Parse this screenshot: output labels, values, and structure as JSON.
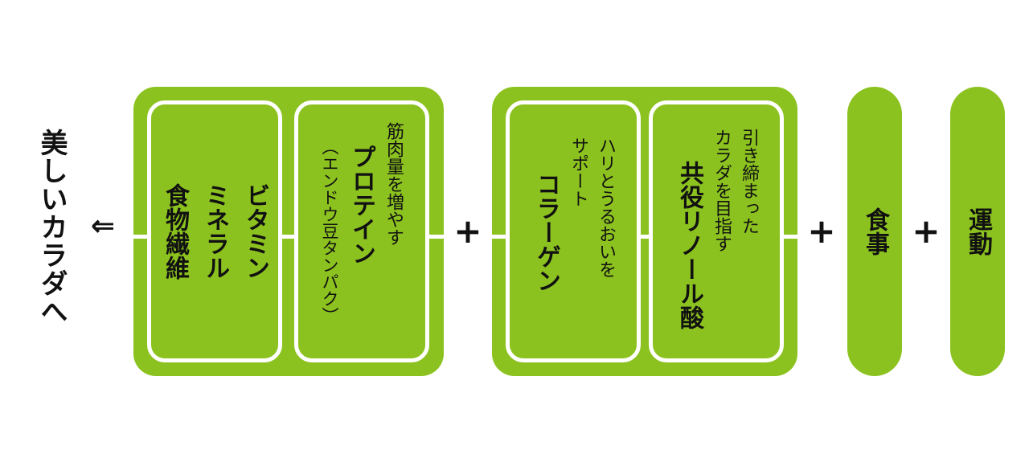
{
  "goal": "美しいカラダへ",
  "arrow": "⇐",
  "group1": {
    "panel1_lines": [
      "ビタミン",
      "ミネラル",
      "食物繊維"
    ],
    "panel2": {
      "desc": "筋肉量を増やす",
      "name": "プロテイン",
      "sub": "（エンドウ豆タンパク）"
    }
  },
  "plus1": "+",
  "group2": {
    "panel1": {
      "desc1": "ハリとうるおいを",
      "desc2": "サポート",
      "name": "コラーゲン"
    },
    "panel2": {
      "desc1": "引き締まった",
      "desc2": "カラダを目指す",
      "name": "共役リノール酸"
    }
  },
  "plus2": "+",
  "meal": "食事",
  "plus3": "+",
  "exercise": "運動"
}
